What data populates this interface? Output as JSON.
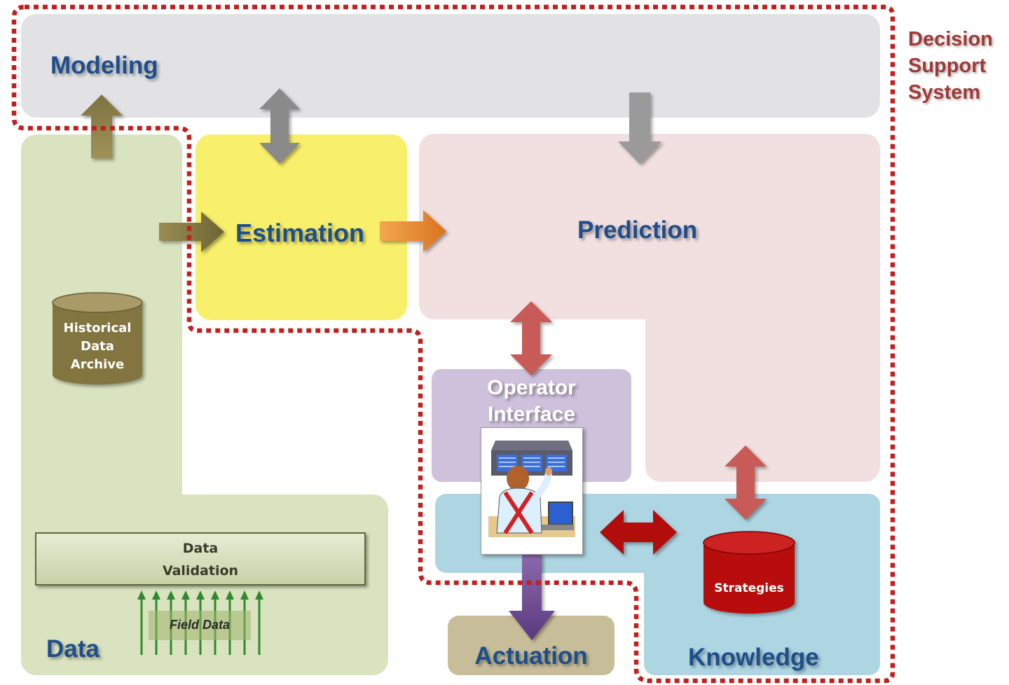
{
  "labels": {
    "modeling": "Modeling",
    "estimation": "Estimation",
    "prediction": "Prediction",
    "operator_interface_line1": "Operator",
    "operator_interface_line2": "Interface",
    "data": "Data",
    "actuation": "Actuation",
    "knowledge": "Knowledge",
    "dss_line1": "Decision",
    "dss_line2": "Support",
    "dss_line3": "System",
    "historical_line1": "Historical",
    "historical_line2": "Data",
    "historical_line3": "Archive",
    "data_validation_line1": "Data",
    "data_validation_line2": "Validation",
    "field_data": "Field Data",
    "strategies": "Strategies"
  },
  "colors": {
    "modeling": "#e2e2e4",
    "data": "#d9e3bf",
    "estimation": "#f8ef6a",
    "prediction": "#f2dfdf",
    "operator": "#cec1dc",
    "knowledge": "#add6e2",
    "actuation": "#c7bd98",
    "title_text": "#1f4e8c",
    "dss_border": "#c0201e",
    "dss_text": "#9e3a38"
  },
  "icons": [
    "gray-double-arrow-icon",
    "gray-down-arrow-icon",
    "olive-up-arrow-icon",
    "olive-right-arrow-icon",
    "orange-right-arrow-icon",
    "red-double-arrow-icon",
    "purple-down-arrow-icon",
    "green-up-arrows-icon",
    "operator-clipart-icon",
    "database-cylinder-icon"
  ]
}
